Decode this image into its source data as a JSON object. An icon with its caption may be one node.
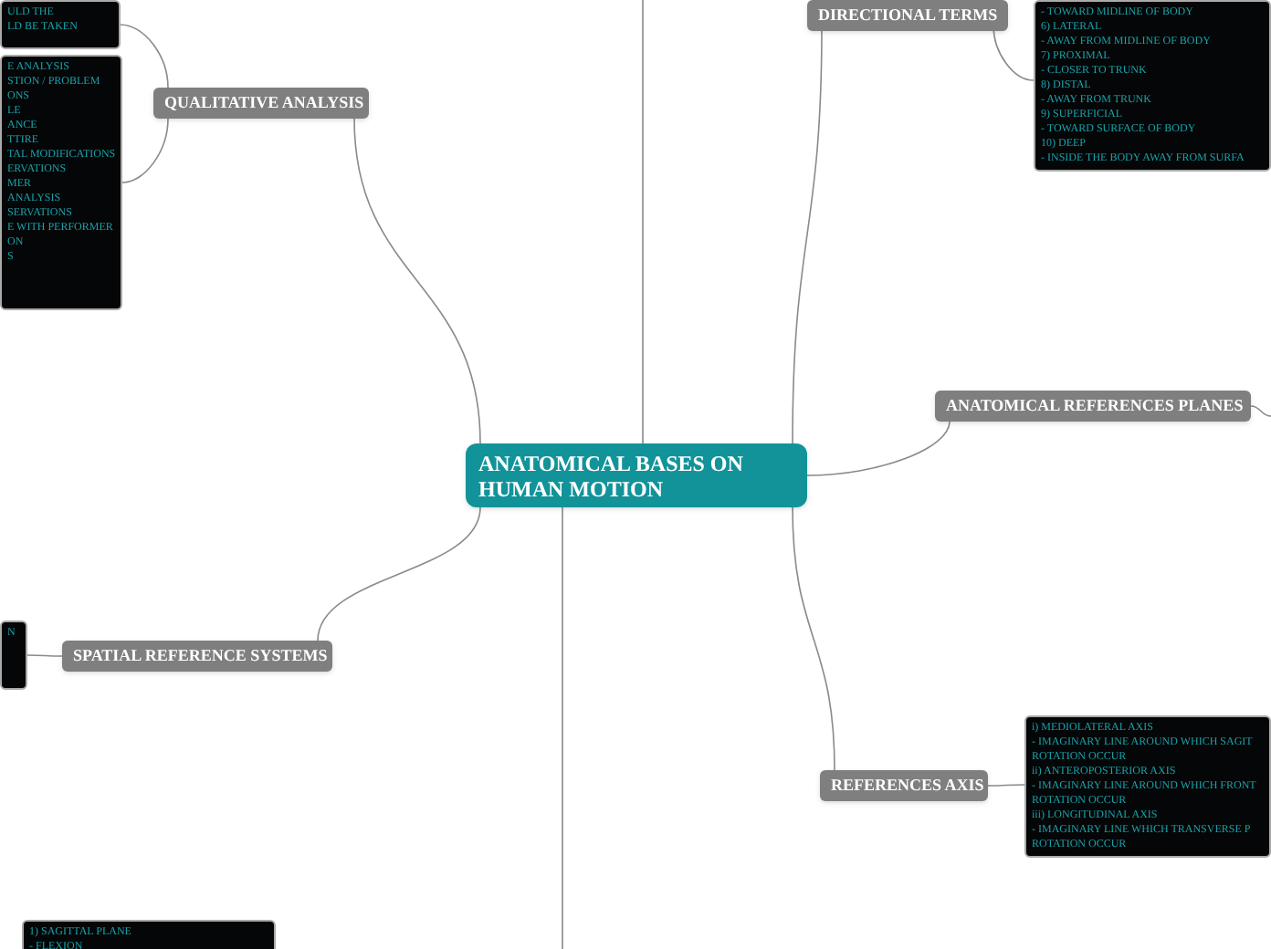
{
  "diagram": {
    "nodes": [
      {
        "text": [
          "ANATOMICAL BASES ON HUMAN MOTION"
        ]
      },
      {
        "text": [
          "DIRECTIONAL TERMS"
        ]
      },
      {
        "text": [
          "- TOWARD MIDLINE OF BODY",
          "6) LATERAL",
          "- AWAY FROM MIDLINE OF BODY",
          "7) PROXIMAL",
          "- CLOSER TO TRUNK",
          "8) DISTAL",
          "- AWAY FROM TRUNK",
          "9) SUPERFICIAL",
          "- TOWARD SURFACE OF BODY",
          "10) DEEP",
          "- INSIDE THE BODY AWAY FROM SURFA"
        ]
      },
      {
        "text": [
          "QUALITATIVE ANALYSIS"
        ]
      },
      {
        "text": [
          "ULD THE",
          "LD BE TAKEN"
        ]
      },
      {
        "text": [
          "E ANALYSIS",
          "STION / PROBLEM",
          "ONS",
          "LE",
          "ANCE",
          "TTIRE",
          "TAL MODIFICATIONS",
          "ERVATIONS",
          "MER",
          "ANALYSIS",
          "SERVATIONS",
          "E WITH PERFORMER",
          "ON",
          "S"
        ]
      },
      {
        "text": [
          "ANATOMICAL REFERENCES PLANES"
        ]
      },
      {
        "text": [
          "SPATIAL REFERENCE SYSTEMS"
        ]
      },
      {
        "text": [
          "N"
        ]
      },
      {
        "text": [
          "REFERENCES AXIS"
        ]
      },
      {
        "text": [
          "i) MEDIOLATERAL AXIS",
          "- IMAGINARY LINE AROUND WHICH SAGIT",
          "ROTATION OCCUR",
          "ii) ANTEROPOSTERIOR AXIS",
          "- IMAGINARY LINE AROUND WHICH FRONT",
          "ROTATION OCCUR",
          "iii) LONGITUDINAL AXIS",
          "- IMAGINARY LINE WHICH TRANSVERSE P",
          "ROTATION OCCUR"
        ]
      },
      {
        "text": [
          "1) SAGITTAL PLANE",
          "- FLEXION"
        ]
      }
    ],
    "edges": [
      {
        "from": 0,
        "to": 1,
        "arrow": "none"
      },
      {
        "from": 0,
        "to": 3,
        "arrow": "none"
      },
      {
        "from": 0,
        "to": 6,
        "arrow": "none"
      },
      {
        "from": 0,
        "to": 7,
        "arrow": "none"
      },
      {
        "from": 0,
        "to": 9,
        "arrow": "none"
      },
      {
        "from": 1,
        "to": 2,
        "arrow": "none"
      },
      {
        "from": 3,
        "to": 4,
        "arrow": "none"
      },
      {
        "from": 3,
        "to": 5,
        "arrow": "none"
      },
      {
        "from": 7,
        "to": 8,
        "arrow": "none"
      },
      {
        "from": 9,
        "to": 10,
        "arrow": "none"
      },
      {
        "from": 0,
        "to": null,
        "arrow": "none"
      },
      {
        "from": 0,
        "to": null,
        "arrow": "none"
      },
      {
        "from": 6,
        "to": null,
        "arrow": "none"
      }
    ]
  }
}
